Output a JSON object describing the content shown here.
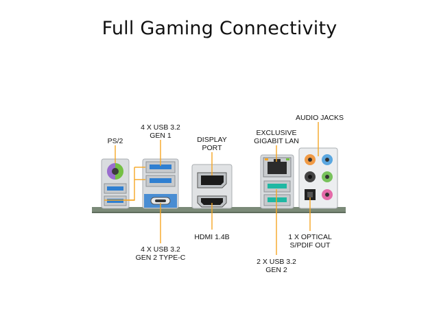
{
  "title": "Full Gaming Connectivity",
  "colors": {
    "accent_line": "#f6a623",
    "board": "#7b8a78",
    "usb3_blue": "#2f7fd1",
    "lan_teal": "#1fb8a3",
    "ps2_purple": "#9a6ccf",
    "ps2_green": "#74c043"
  },
  "labels": {
    "ps2": "PS/2",
    "usb32_gen1_l1": "4 X USB 3.2",
    "usb32_gen1_l2": "GEN 1",
    "display_l1": "DISPLAY",
    "display_l2": "PORT",
    "lan_l1": "EXCLUSIVE",
    "lan_l2": "GIGABIT LAN",
    "audio": "AUDIO JACKS",
    "hdmi": "HDMI 1.4B",
    "typec_l1": "4 X USB 3.2",
    "typec_l2": "GEN 2 TYPE-C",
    "gen2_l1": "2 X USB 3.2",
    "gen2_l2": "GEN 2",
    "optical_l1": "1 X OPTICAL",
    "optical_l2": "S/PDIF OUT"
  }
}
